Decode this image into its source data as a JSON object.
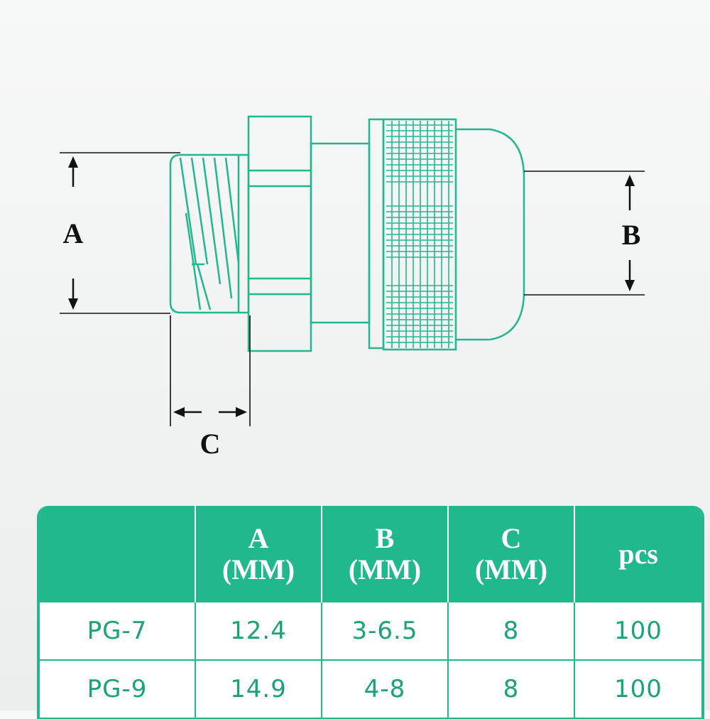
{
  "diagram": {
    "labels": {
      "a": "A",
      "b": "B",
      "c": "C"
    },
    "line_color": "#22b88e",
    "dimension_color": "#111111"
  },
  "table": {
    "header_color": "#22b88e",
    "text_color": "#1aa37a",
    "headers": [
      {
        "letter": "",
        "unit": ""
      },
      {
        "letter": "A",
        "unit": "(MM)"
      },
      {
        "letter": "B",
        "unit": "(MM)"
      },
      {
        "letter": "C",
        "unit": "(MM)"
      },
      {
        "letter": "pcs",
        "unit": ""
      }
    ],
    "rows": [
      [
        "PG-7",
        "12.4",
        "3-6.5",
        "8",
        "100"
      ],
      [
        "PG-9",
        "14.9",
        "4-8",
        "8",
        "100"
      ]
    ]
  }
}
